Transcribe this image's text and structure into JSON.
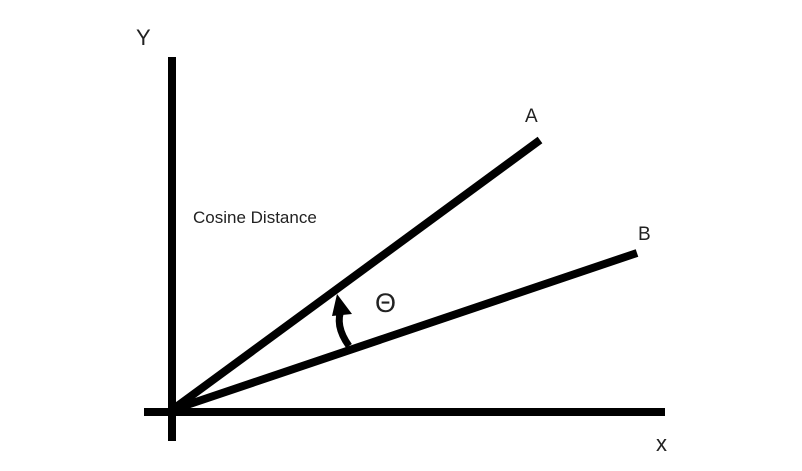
{
  "diagram": {
    "y_axis_label": "Y",
    "x_axis_label": "x",
    "vector_a_label": "A",
    "vector_b_label": "B",
    "title": "Cosine Distance",
    "angle_label": "Θ"
  },
  "colors": {
    "stroke": "#000000",
    "text": "#222222",
    "background": "#ffffff"
  }
}
